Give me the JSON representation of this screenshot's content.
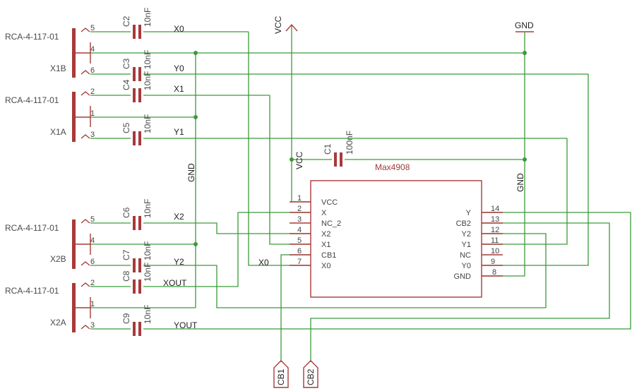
{
  "connectors": [
    {
      "model": "RCA-4-117-01",
      "name": "X1B",
      "pins": [
        "5",
        "4",
        "6"
      ]
    },
    {
      "model": "RCA-4-117-01",
      "name": "X1A",
      "pins": [
        "2",
        "1",
        "3"
      ]
    },
    {
      "model": "RCA-4-117-01",
      "name": "X2B",
      "pins": [
        "5",
        "4",
        "6"
      ]
    },
    {
      "model": "RCA-4-117-01",
      "name": "X2A",
      "pins": [
        "2",
        "1",
        "3"
      ]
    }
  ],
  "capacitors": [
    {
      "name": "C2",
      "value": "10nF"
    },
    {
      "name": "C3",
      "value": "10nF"
    },
    {
      "name": "C4",
      "value": "10nF"
    },
    {
      "name": "C5",
      "value": "10nF"
    },
    {
      "name": "C6",
      "value": "10nF"
    },
    {
      "name": "C7",
      "value": "10nF"
    },
    {
      "name": "C8",
      "value": "10nF"
    },
    {
      "name": "C9",
      "value": "10nF"
    },
    {
      "name": "C1",
      "value": "100nF"
    }
  ],
  "nets": {
    "x0": "X0",
    "y0": "Y0",
    "x1": "X1",
    "y1": "Y1",
    "x2": "X2",
    "y2": "Y2",
    "xout": "XOUT",
    "yout": "YOUT",
    "x0_chip": "X0",
    "vcc": "VCC",
    "gnd": "GND",
    "vcc_c1": "VCC",
    "gnd_c1": "GND",
    "gnd_mid": "GND"
  },
  "ic": {
    "name": "Max4908",
    "left_pins": [
      {
        "num": "1",
        "name": "VCC"
      },
      {
        "num": "2",
        "name": "X"
      },
      {
        "num": "3",
        "name": "NC_2"
      },
      {
        "num": "4",
        "name": "X2"
      },
      {
        "num": "5",
        "name": "X1"
      },
      {
        "num": "6",
        "name": "CB1"
      },
      {
        "num": "7",
        "name": "X0"
      }
    ],
    "right_pins": [
      {
        "num": "14",
        "name": "Y"
      },
      {
        "num": "13",
        "name": "CB2"
      },
      {
        "num": "12",
        "name": "Y2"
      },
      {
        "num": "11",
        "name": "Y1"
      },
      {
        "num": "10",
        "name": "NC"
      },
      {
        "num": "9",
        "name": "Y0"
      },
      {
        "num": "8",
        "name": "GND"
      }
    ]
  },
  "ports": [
    "CB1",
    "CB2"
  ],
  "colors": {
    "wire": "#3a9a3a",
    "part": "#a83a3a",
    "background": "#ffffff"
  }
}
